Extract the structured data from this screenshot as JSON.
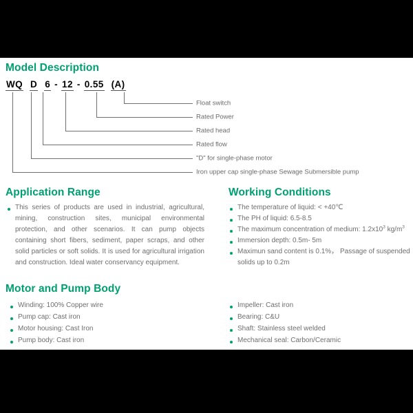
{
  "sections": {
    "model": {
      "heading": "Model Description",
      "code_tokens": [
        "WQ",
        "D",
        "6",
        "12",
        "0.55",
        "(A)"
      ],
      "separator": "-",
      "callouts": [
        {
          "label": "Float switch"
        },
        {
          "label": "Rated Power"
        },
        {
          "label": "Rated head"
        },
        {
          "label": "Rated flow"
        },
        {
          "label": "\"D\" for single-phase motor"
        },
        {
          "label": "Iron upper cap single-phase Sewage Submersible pump"
        }
      ]
    },
    "application": {
      "heading": "Application Range",
      "paragraph": "This series of products are used in industrial, agricultural, mining, construction sites, municipal environmental protection, and other scenarios. It can pump objects containing short fibers, sediment, paper scraps, and other solid particles or soft solids. It is used for agricultural irrigation and construction. Ideal water conservancy equipment."
    },
    "working": {
      "heading": "Working Conditions",
      "items": [
        "The temperature of liquid: < +40℃",
        "The PH of liquid: 6.5-8.5",
        "Immersion depth: 0.5m- 5m"
      ],
      "concentration_prefix": "The maximum concentration of medium: 1.2x10",
      "concentration_exp": "3",
      "concentration_unit": " kg/m",
      "concentration_unit_exp": "3",
      "sand_item": "Maximun  sand  content is 0.1， Passage of  suspended solids up to 0.2m",
      "sand_line1": "Maximun  sand  content is 0.1%， Passage of  suspended",
      "sand_line2": "solids up to 0.2m"
    },
    "motor": {
      "heading": "Motor and Pump Body",
      "left_items": [
        "Winding: 100% Copper wire",
        "Pump cap: Cast iron",
        "Motor housing: Cast Iron",
        "Pump body: Cast iron"
      ],
      "right_items": [
        "Impeller: Cast iron",
        "Bearing: C&U",
        "Shaft: Stainless steel welded",
        "Mechanical seal: Carbon/Ceramic"
      ]
    }
  },
  "colors": {
    "accent_green": "#00a070",
    "body_gray": "#6e6e6e",
    "line_gray": "#6e6e6e",
    "band_black": "#000000",
    "sheet_white": "#ffffff"
  }
}
